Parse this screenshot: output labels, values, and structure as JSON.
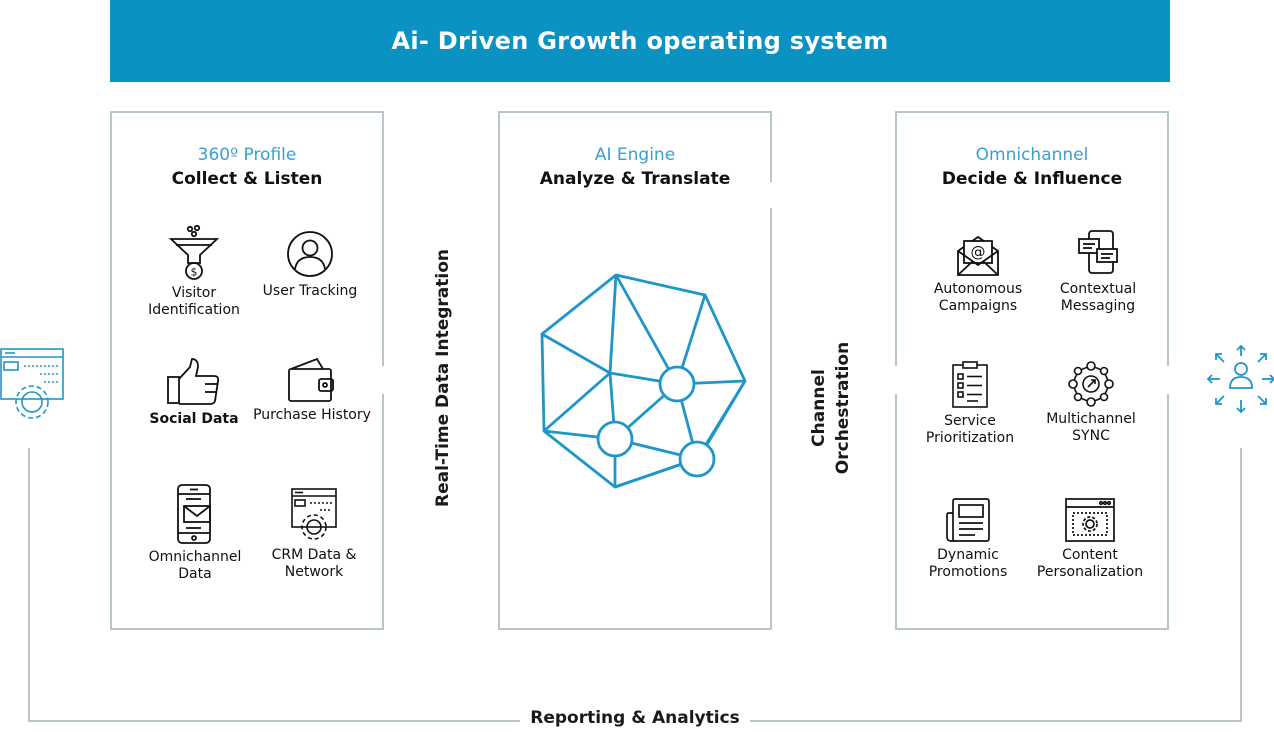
{
  "header": {
    "title": "Ai- Driven Growth operating system"
  },
  "panels": {
    "left": {
      "subtitle": "360º Profile",
      "title": "Collect & Listen",
      "items": [
        {
          "label": "Visitor Identification",
          "icon": "funnel-dollar-icon"
        },
        {
          "label": "User Tracking",
          "icon": "user-circle-icon"
        },
        {
          "label": "Social Data",
          "icon": "thumbs-up-icon"
        },
        {
          "label": "Purchase History",
          "icon": "wallet-icon"
        },
        {
          "label": "Omnichannel Data",
          "icon": "phone-mail-icon"
        },
        {
          "label": "CRM Data & Network",
          "icon": "browser-gear-icon"
        }
      ]
    },
    "center": {
      "subtitle": "AI Engine",
      "title": "Analyze & Translate",
      "icon": "neural-network-icon"
    },
    "right": {
      "subtitle": "Omnichannel",
      "title": "Decide & Influence",
      "items": [
        {
          "label": "Autonomous Campaigns",
          "icon": "email-envelope-icon"
        },
        {
          "label": "Contextual Messaging",
          "icon": "chat-phone-icon"
        },
        {
          "label": "Service Prioritization",
          "icon": "checklist-icon"
        },
        {
          "label": "Multichannel SYNC",
          "icon": "network-hub-icon"
        },
        {
          "label": "Dynamic Promotions",
          "icon": "newspaper-icon"
        },
        {
          "label": "Content Personalization",
          "icon": "browser-target-icon"
        }
      ]
    }
  },
  "connectors": {
    "left": "Real-Time Data Integration",
    "right": "Channel Orchestration"
  },
  "bottom": {
    "label": "Reporting & Analytics"
  },
  "side_icons": [
    "browser-gear-icon",
    "user-arrows-icon"
  ],
  "colors": {
    "accent": "#0a92c3",
    "subtitle": "#3a9fd1",
    "border": "#b8c5cc",
    "icon_blue": "#1f96c8"
  }
}
